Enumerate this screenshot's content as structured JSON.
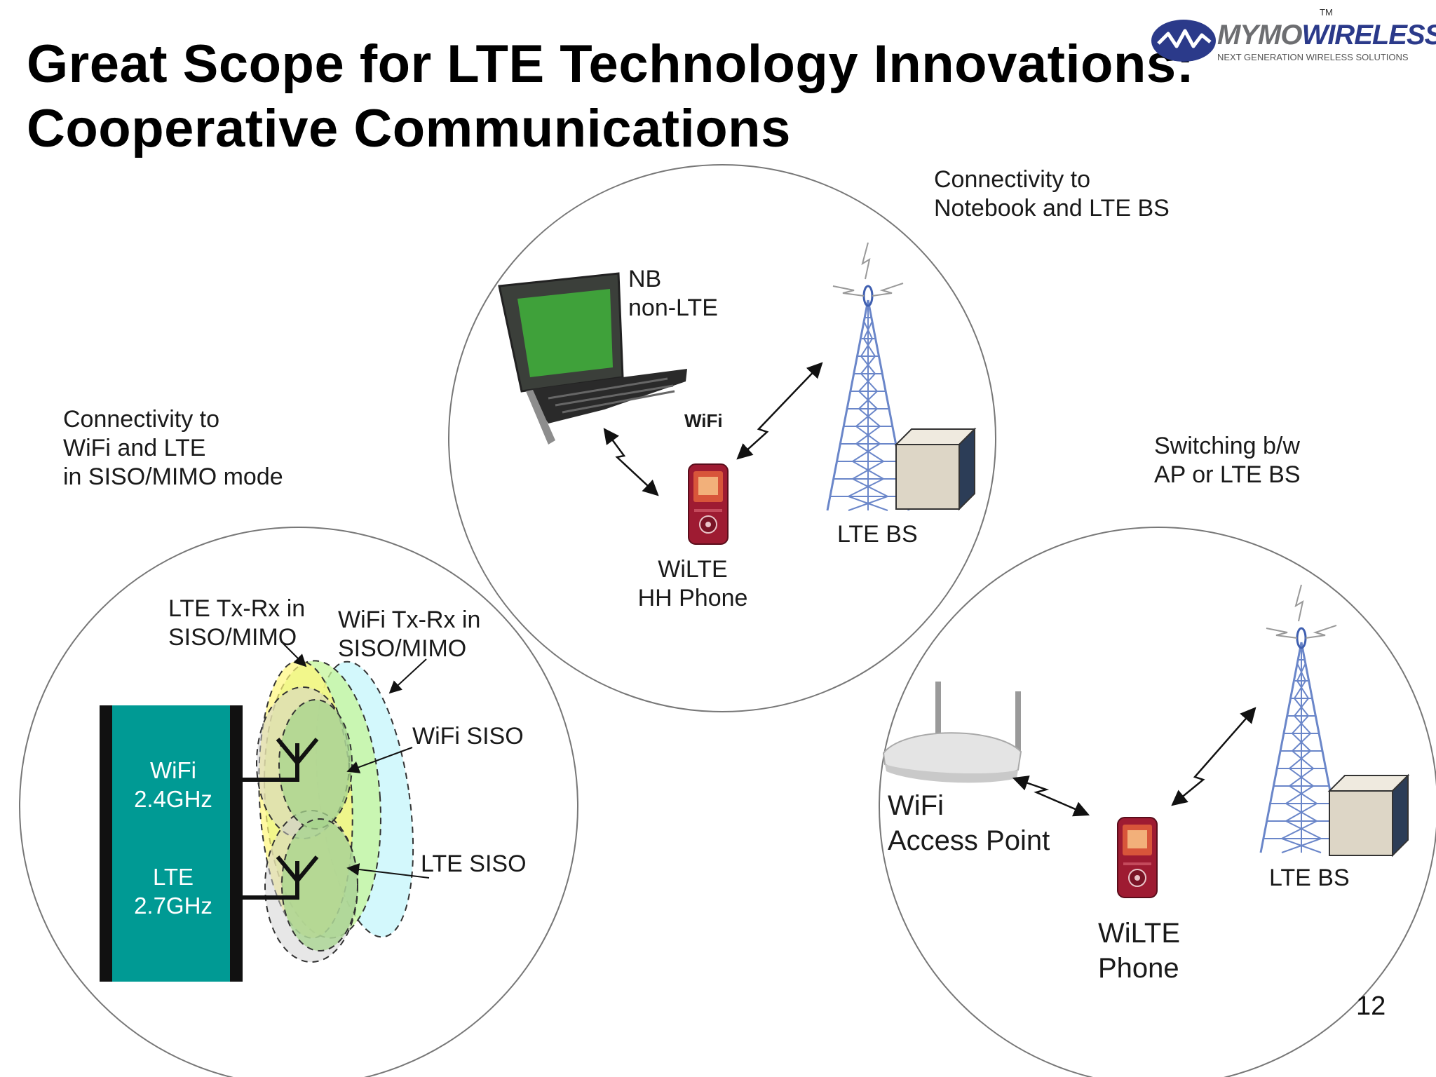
{
  "title_lines": [
    "Great Scope for LTE Technology Innovations:",
    "Cooperative Communications"
  ],
  "logo": {
    "name_part1": "MYMO",
    "name_part2": "WIRELESS",
    "tagline": "NEXT GENERATION WIRELESS SOLUTIONS",
    "trademark": "TM"
  },
  "top_circle": {
    "heading": [
      "Connectivity to",
      "Notebook and LTE BS"
    ],
    "nb_label": [
      "NB",
      "non-LTE"
    ],
    "wifi_label": "WiFi",
    "phone_label": [
      "WiLTE",
      "HH Phone"
    ],
    "bs_label": "LTE BS"
  },
  "left_circle": {
    "heading": [
      "Connectivity to",
      "WiFi and LTE",
      "in SISO/MIMO mode"
    ],
    "lte_txrx": [
      "LTE Tx-Rx in",
      "SISO/MIMO"
    ],
    "wifi_txrx": [
      "WiFi Tx-Rx in",
      "SISO/MIMO"
    ],
    "wifi_siso": "WiFi SISO",
    "lte_siso": "LTE SISO",
    "chip_wifi": [
      "WiFi",
      "2.4GHz"
    ],
    "chip_lte": [
      "LTE",
      "2.7GHz"
    ]
  },
  "right_circle": {
    "heading": [
      "Switching b/w",
      "AP or LTE BS"
    ],
    "ap_label": [
      "WiFi",
      "Access Point"
    ],
    "phone_label": [
      "WiLTE",
      "Phone"
    ],
    "bs_label": "LTE BS"
  },
  "page_number": "12",
  "colors": {
    "chip": "#009a94",
    "ellipse_yellow": "#fff77a",
    "ellipse_green": "#c6f59a",
    "ellipse_cyan": "#c4f6fb",
    "ellipse_gray": "#cfcfcf",
    "phone": "#9e1b32"
  }
}
